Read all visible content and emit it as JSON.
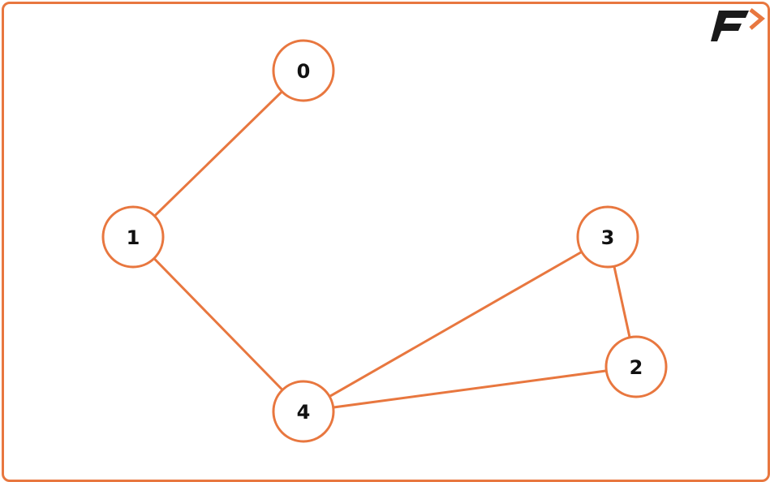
{
  "graph": {
    "nodes": [
      {
        "id": "0",
        "label": "0"
      },
      {
        "id": "1",
        "label": "1"
      },
      {
        "id": "2",
        "label": "2"
      },
      {
        "id": "3",
        "label": "3"
      },
      {
        "id": "4",
        "label": "4"
      }
    ],
    "edges": [
      {
        "from": "0",
        "to": "1"
      },
      {
        "from": "1",
        "to": "4"
      },
      {
        "from": "4",
        "to": "3"
      },
      {
        "from": "4",
        "to": "2"
      },
      {
        "from": "3",
        "to": "2"
      }
    ]
  },
  "logo": {
    "name": "f-arrow-logo",
    "colors": {
      "letter": "#1a1a1a",
      "arrow": "#e8773f"
    }
  },
  "colors": {
    "accent": "#e8773f",
    "node_fill": "#ffffff",
    "label_text": "#111111"
  }
}
